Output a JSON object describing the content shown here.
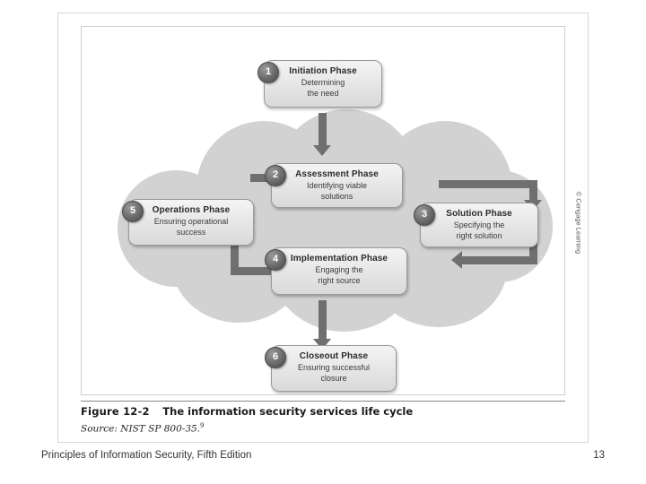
{
  "slide": {
    "footer_title": "Principles of Information Security, Fifth Edition",
    "page_number": "13"
  },
  "figure": {
    "label": "Figure 12-2",
    "title": "The information security services life cycle",
    "source": "Source: NIST SP 800-35.",
    "source_superscript": "9",
    "credit": "© Cengage Learning"
  },
  "diagram": {
    "type": "cycle",
    "phases": [
      {
        "number": "1",
        "title": "Initiation Phase",
        "subtitle_line1": "Determining",
        "subtitle_line2": "the need"
      },
      {
        "number": "2",
        "title": "Assessment Phase",
        "subtitle_line1": "Identifying viable",
        "subtitle_line2": "solutions"
      },
      {
        "number": "3",
        "title": "Solution Phase",
        "subtitle_line1": "Specifying the",
        "subtitle_line2": "right solution"
      },
      {
        "number": "4",
        "title": "Implementation Phase",
        "subtitle_line1": "Engaging the",
        "subtitle_line2": "right source"
      },
      {
        "number": "5",
        "title": "Operations Phase",
        "subtitle_line1": "Ensuring operational",
        "subtitle_line2": "success"
      },
      {
        "number": "6",
        "title": "Closeout Phase",
        "subtitle_line1": "Ensuring successful",
        "subtitle_line2": "closure"
      }
    ],
    "colors": {
      "cloud": "#d2d2d2",
      "box_fill": "#e3e3e3",
      "box_border": "#9a9a9a",
      "arrow": "#6f6f6f",
      "circle": "#5d5d5d"
    }
  }
}
